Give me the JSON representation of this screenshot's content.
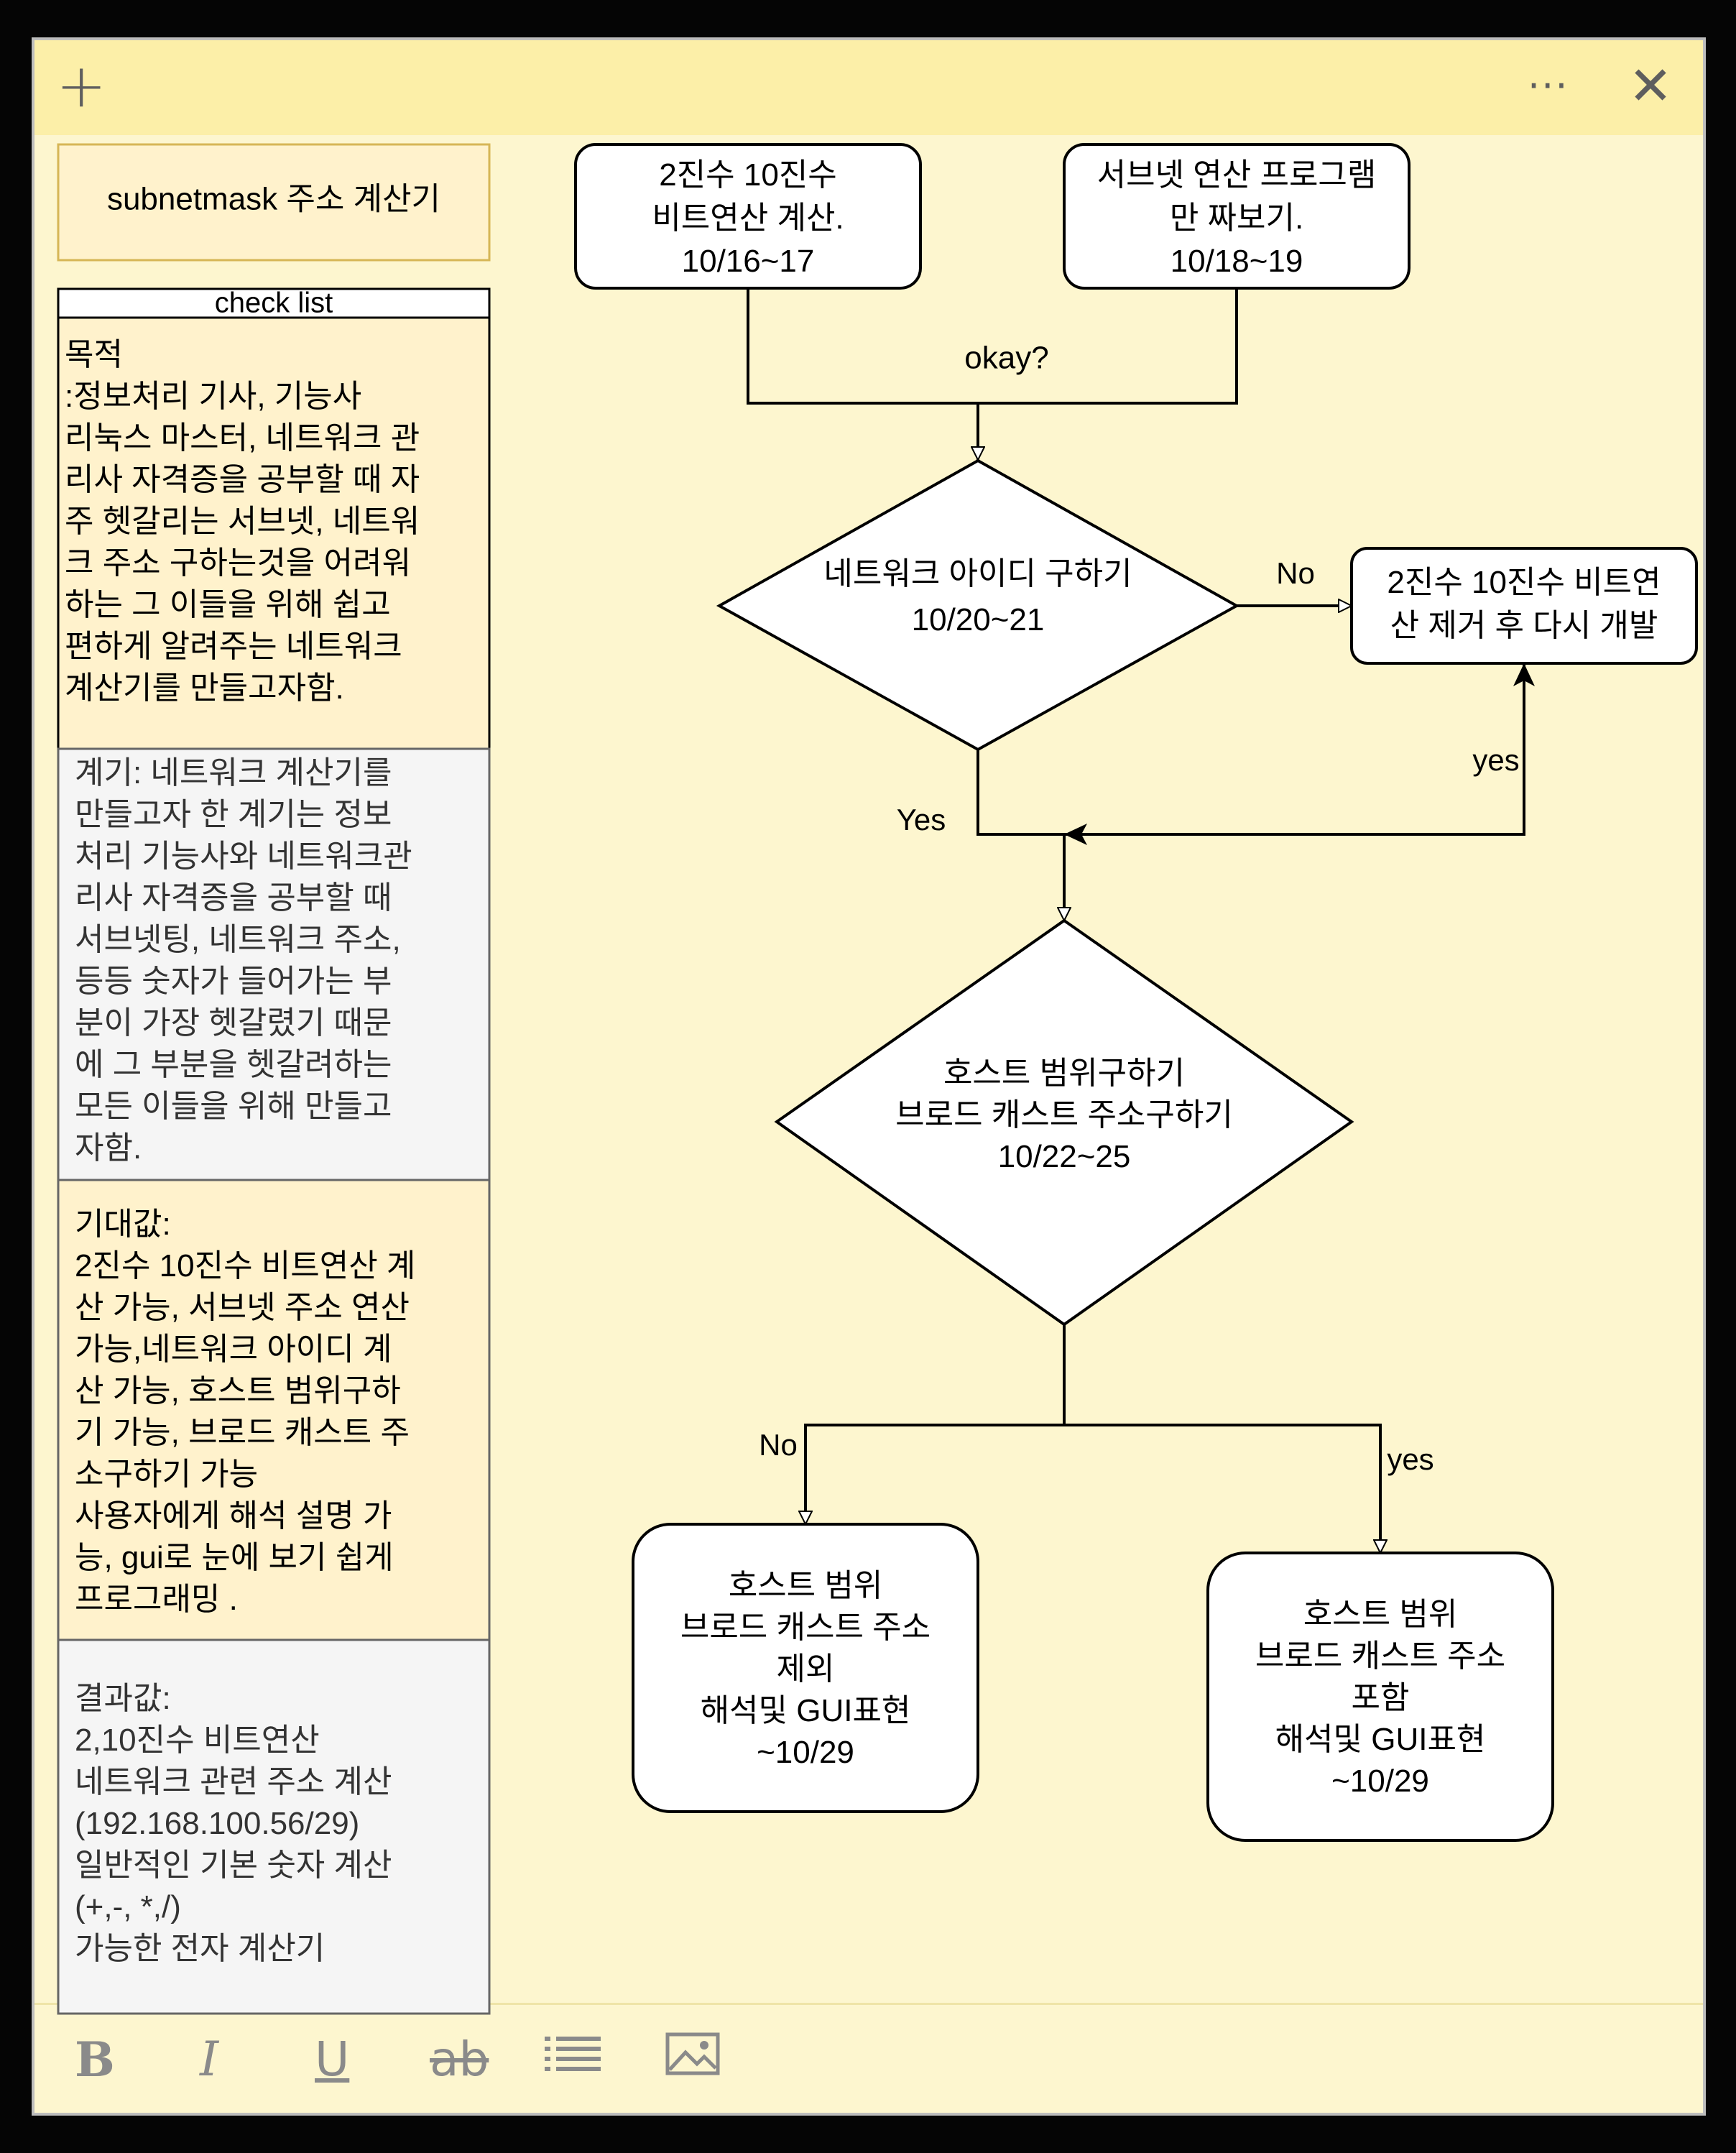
{
  "titlebar": {
    "add_icon": "plus-icon",
    "more_icon": "more-horizontal-icon",
    "close_icon": "close-icon"
  },
  "sidebar": {
    "title": "subnetmask 주소 계산기",
    "checklist_header": "check list",
    "sections": [
      {
        "lines": [
          "목적",
          ":정보처리 기사, 기능사",
          "리눅스 마스터, 네트워크 관",
          "리사 자격증을 공부할 때 자",
          "주 헷갈리는 서브넷, 네트워",
          "크 주소 구하는것을 어려워",
          "하는 그 이들을 위해 쉽고",
          "편하게  알려주는 네트워크",
          "계산기를 만들고자함."
        ]
      },
      {
        "lines": [
          "계기: 네트워크 계산기를",
          "만들고자 한 계기는 정보",
          "처리 기능사와 네트워크관",
          "리사 자격증을 공부할 때",
          "서브넷팅, 네트워크 주소,",
          "등등 숫자가 들어가는 부",
          "분이 가장 헷갈렸기 때문",
          "에 그 부분을 헷갈려하는",
          "모든 이들을 위해 만들고",
          "자함."
        ]
      },
      {
        "lines": [
          "기대값:",
          "2진수 10진수 비트연산 계",
          "산 가능, 서브넷 주소 연산",
          "가능,네트워크 아이디 계",
          "산 가능, 호스트 범위구하",
          "기 가능, 브로드 캐스트 주",
          "소구하기 가능",
          "사용자에게 해석 설명 가",
          "능,  gui로 눈에 보기 쉽게",
          "프로그래밍 ."
        ]
      },
      {
        "lines": [
          "결과값:",
          "2,10진수 비트연산",
          "네트워크 관련 주소 계산",
          "(192.168.100.56/29)",
          "일반적인 기본 숫자 계산",
          "(+,-, *,/)",
          "가능한 전자 계산기"
        ]
      }
    ]
  },
  "flow": {
    "box1": [
      "2진수 10진수",
      "비트연산 계산.",
      "10/16~17"
    ],
    "box2": [
      "서브넷 연산 프로그램",
      "만 짜보기.",
      "10/18~19"
    ],
    "okay_label": "okay?",
    "diamond1": [
      "네트워크 아이디 구하기",
      "10/20~21"
    ],
    "no_label_1": "No",
    "box3": [
      "2진수 10진수 비트연",
      "산 제거 후 다시 개발"
    ],
    "yes_label_1": "yes",
    "yes_label_2": "Yes",
    "diamond2": [
      "호스트 범위구하기",
      "브로드 캐스트 주소구하기",
      "10/22~25"
    ],
    "no_label_2": "No",
    "yes_label_3": "yes",
    "box4": [
      "호스트 범위",
      "브로드 캐스트 주소",
      "제외",
      " 해석및 GUI표현",
      "~10/29"
    ],
    "box5": [
      "호스트 범위",
      "브로드 캐스트 주소",
      "포함",
      " 해석및 GUI표현",
      "~10/29"
    ]
  },
  "toolbar": {
    "bold_label": "B",
    "italic_label": "I",
    "underline_label": "U",
    "strike_label": "ab",
    "list_icon": "bullet-list-icon",
    "image_icon": "image-icon"
  }
}
